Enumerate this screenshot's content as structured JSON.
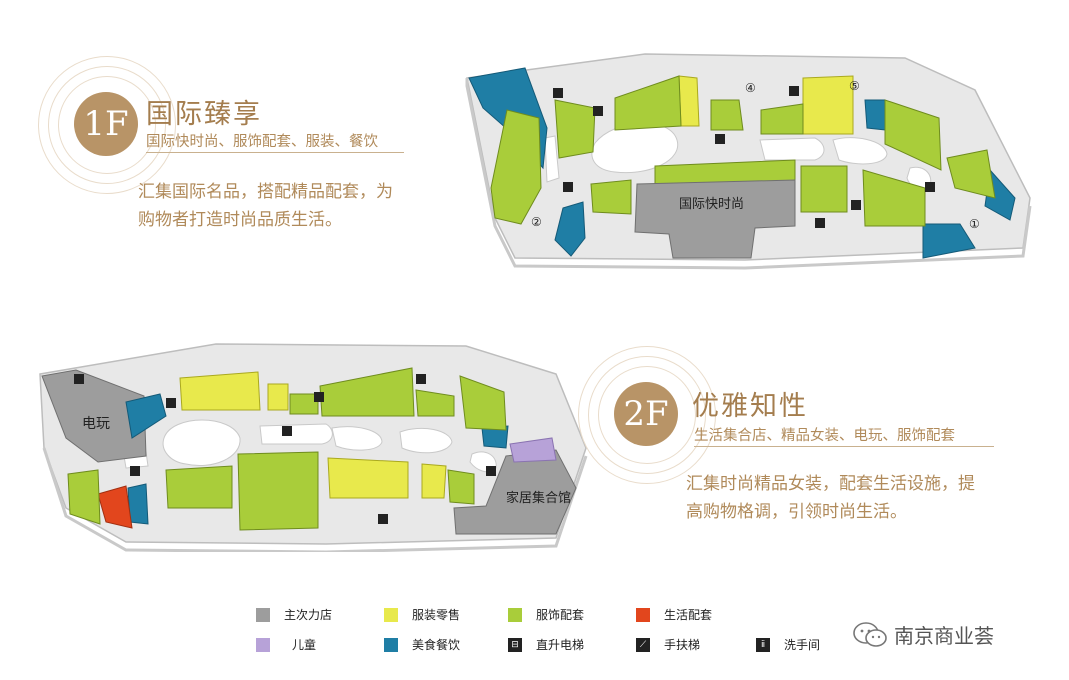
{
  "floor1": {
    "badge": "1F",
    "title": "国际臻享",
    "subtitle": "国际快时尚、服饰配套、服装、餐饮",
    "description_line1": "汇集国际名品，搭配精品配套，为",
    "description_line2": "购物者打造时尚品质生活。",
    "map_label": "国际快时尚",
    "markers": [
      "①",
      "②",
      "④",
      "⑤"
    ]
  },
  "floor2": {
    "badge": "2F",
    "title": "优雅知性",
    "subtitle": "生活集合店、精品女装、电玩、服饰配套",
    "description_line1": "汇集时尚精品女装，配套生活设施，提",
    "description_line2": "高购物格调，引领时尚生活。",
    "map_label_game": "电玩",
    "map_label_home": "家居集合馆"
  },
  "legend": [
    {
      "label": "主次力店",
      "color": "#9d9d9d",
      "kind": "swatch"
    },
    {
      "label": "服装零售",
      "color": "#e8e94c",
      "kind": "swatch"
    },
    {
      "label": "服饰配套",
      "color": "#a9cd3a",
      "kind": "swatch"
    },
    {
      "label": "生活配套",
      "color": "#e2461d",
      "kind": "swatch"
    },
    {
      "label": "儿童",
      "color": "#b7a2d8",
      "kind": "swatch"
    },
    {
      "label": "美食餐饮",
      "color": "#1f7ea5",
      "kind": "swatch"
    },
    {
      "label": "直升电梯",
      "icon": "elevator-icon",
      "kind": "symbol"
    },
    {
      "label": "手扶梯",
      "icon": "escalator-icon",
      "kind": "symbol"
    },
    {
      "label": "洗手间",
      "icon": "restroom-icon",
      "kind": "symbol"
    }
  ],
  "watermark": "南京商业荟"
}
